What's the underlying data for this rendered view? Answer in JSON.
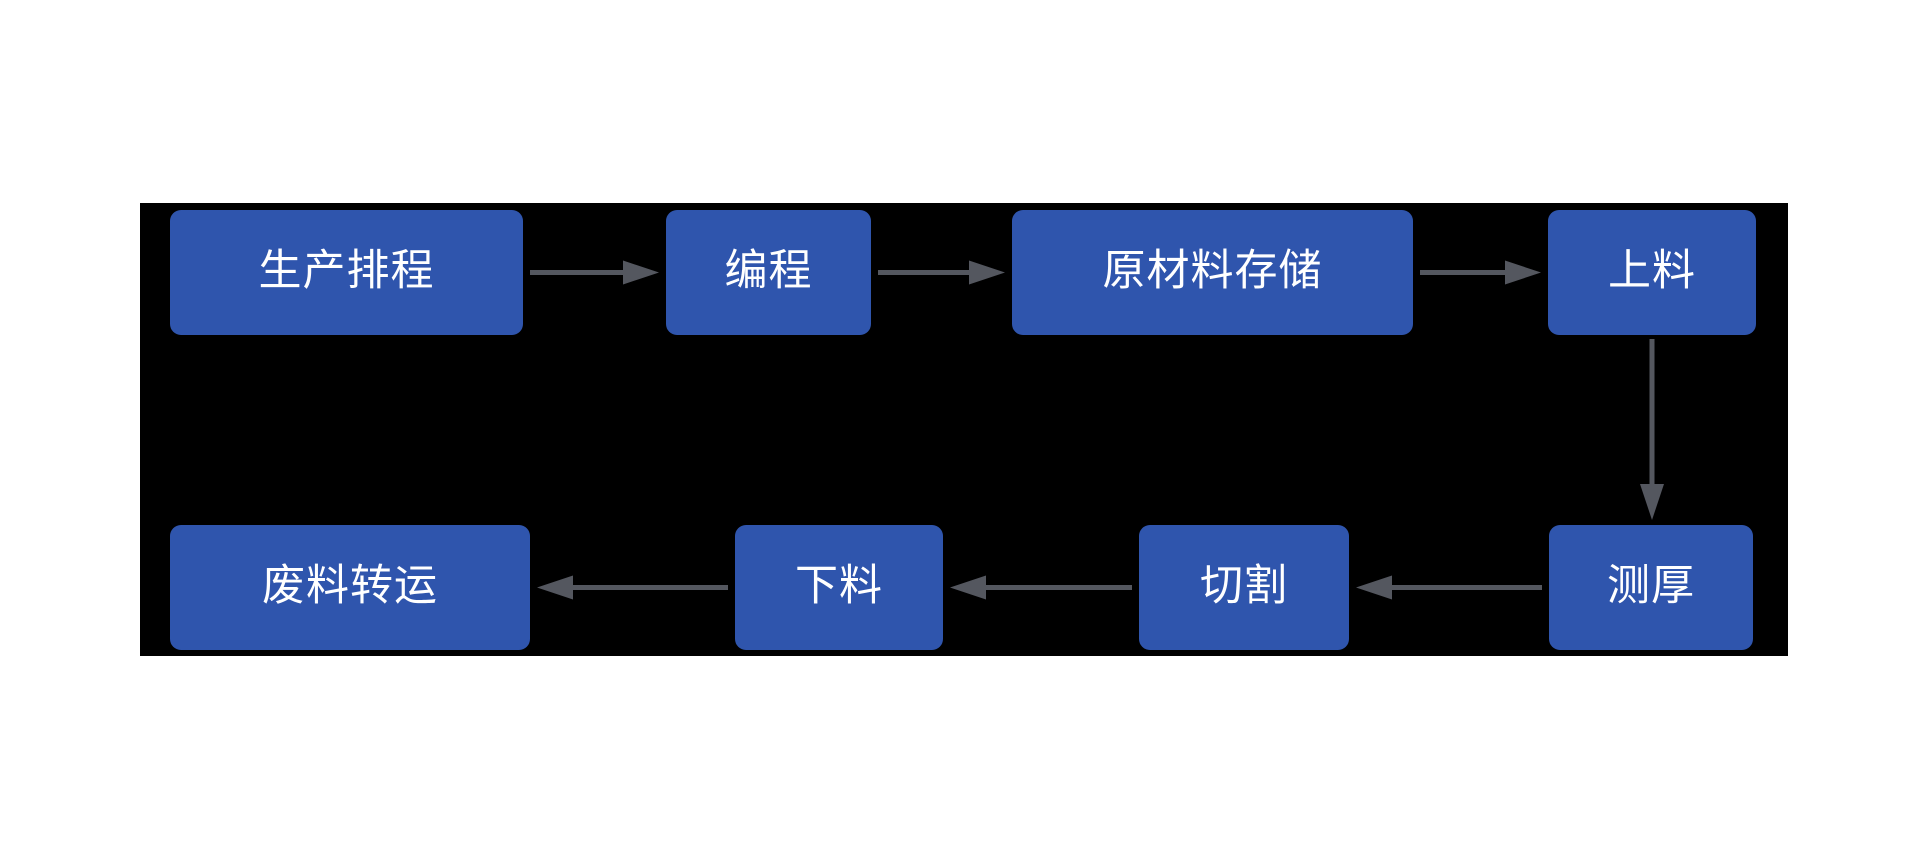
{
  "diagram": {
    "nodes": [
      {
        "id": "production-scheduling",
        "label": "生产排程"
      },
      {
        "id": "programming",
        "label": "编程"
      },
      {
        "id": "raw-material-storage",
        "label": "原材料存储"
      },
      {
        "id": "loading",
        "label": "上料"
      },
      {
        "id": "thickness-measurement",
        "label": "测厚"
      },
      {
        "id": "cutting",
        "label": "切割"
      },
      {
        "id": "unloading",
        "label": "下料"
      },
      {
        "id": "scrap-transfer",
        "label": "废料转运"
      }
    ],
    "edges": [
      {
        "from": "production-scheduling",
        "to": "programming"
      },
      {
        "from": "programming",
        "to": "raw-material-storage"
      },
      {
        "from": "raw-material-storage",
        "to": "loading"
      },
      {
        "from": "loading",
        "to": "thickness-measurement"
      },
      {
        "from": "thickness-measurement",
        "to": "cutting"
      },
      {
        "from": "cutting",
        "to": "unloading"
      },
      {
        "from": "unloading",
        "to": "scrap-transfer"
      }
    ],
    "colors": {
      "node_fill": "#2F55AD",
      "arrow": "#54575F",
      "canvas_bg": "#000000",
      "page_bg": "#FFFFFF",
      "text": "#FFFFFF"
    }
  }
}
